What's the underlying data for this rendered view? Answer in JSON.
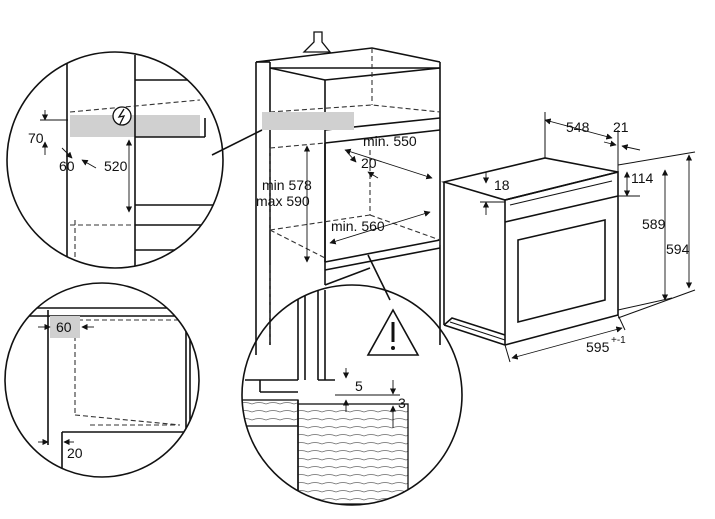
{
  "labels": {
    "h70": "70",
    "h60a": "60",
    "h520": "520",
    "h60b": "60",
    "h20a": "20",
    "min578": "min 578",
    "max590": "max 590",
    "min550": "min. 550",
    "h20b": "20",
    "min560": "min. 560",
    "d548": "548",
    "d21": "21",
    "d18": "18",
    "d114": "114",
    "d589": "589",
    "d594": "594",
    "d595": "595",
    "d595tol": "+-1",
    "d5": "5",
    "d3": "3"
  },
  "icons": [
    "up-arrow-icon",
    "warning-triangle-icon",
    "electrical-outlet-icon"
  ],
  "colors": {
    "line": "#111111",
    "fill_grey": "#d0d0d0",
    "background": "#ffffff"
  }
}
